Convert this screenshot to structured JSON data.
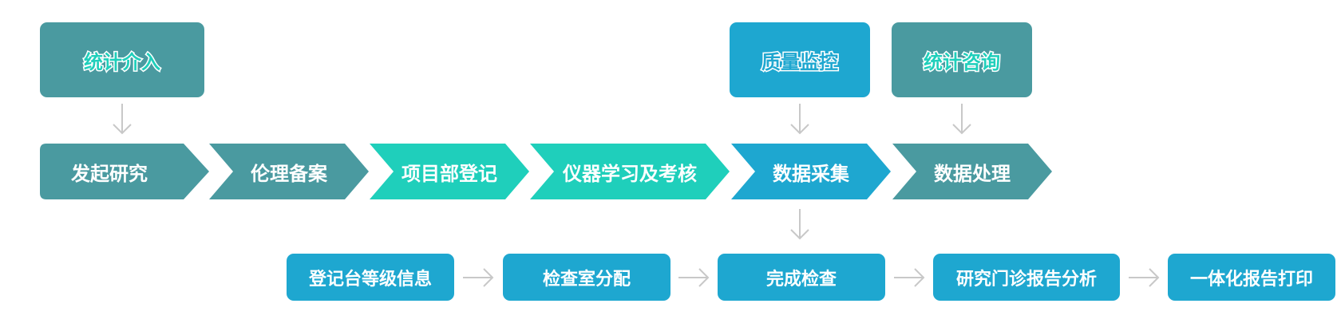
{
  "colors": {
    "dark_teal": "#4a9aa0",
    "mint": "#1fcfbb",
    "blue": "#1ea7d0",
    "top_text_teal": "#1fcfbb",
    "top_text_blue": "#1ea7d0",
    "arrow": "#c8c8c8"
  },
  "top": {
    "stat_intervention": "统计介入",
    "quality_monitor": "质量监控",
    "stat_consult": "统计咨询"
  },
  "flow": [
    "发起研究",
    "伦理备案",
    "项目部登记",
    "仪器学习及考核",
    "数据采集",
    "数据处理"
  ],
  "collection": [
    "登记台等级信息",
    "检查室分配",
    "完成检查",
    "研究门诊报告分析",
    "一体化报告打印"
  ]
}
